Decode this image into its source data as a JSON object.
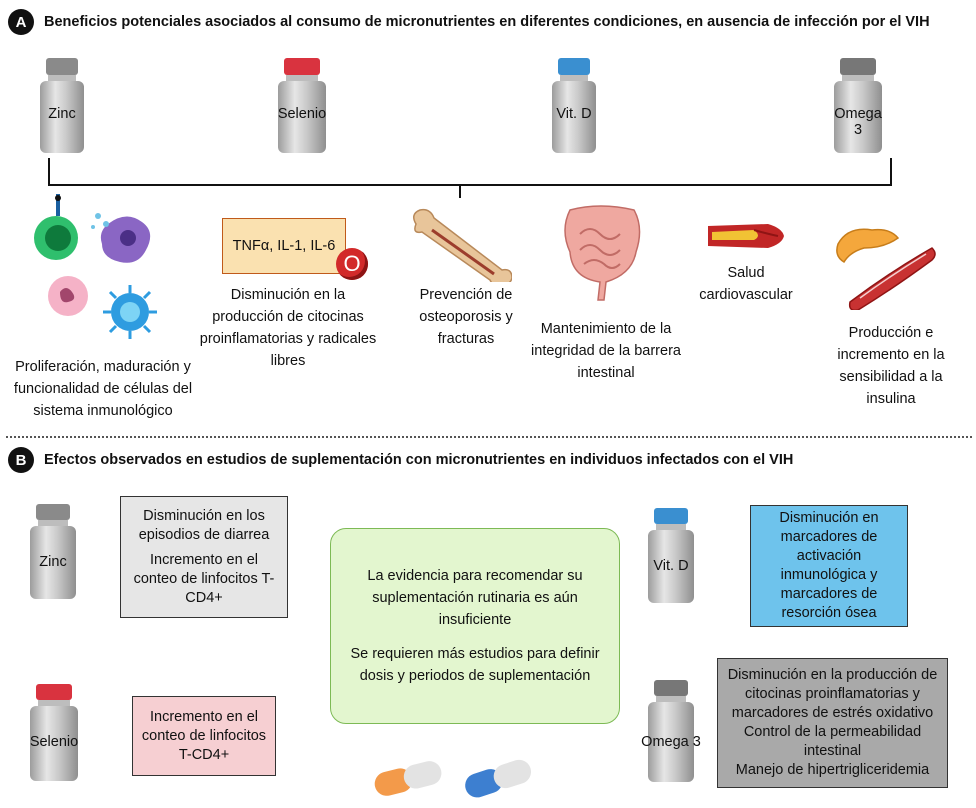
{
  "section_a": {
    "badge": "A",
    "title": "Beneficios potenciales asociados al consumo de micronutrientes en diferentes condiciones, en ausencia de infección por el VIH",
    "bottles": [
      {
        "label": "Zinc",
        "cap_color": "#8a8a8a"
      },
      {
        "label": "Selenio",
        "cap_color": "#d9333f"
      },
      {
        "label": "Vit. D",
        "cap_color": "#3a8fd0"
      },
      {
        "label": "Omega 3",
        "cap_color": "#777777"
      }
    ],
    "benefits": {
      "immune": "Proliferación, maduración y funcionalidad de células del sistema inmunológico",
      "cytokine_box": "TNFα, IL-1, IL-6",
      "radical_symbol": "O",
      "cytokine": "Disminución en la producción de citocinas proinflamatorias y radicales libres",
      "bone": "Prevención de osteoporosis y fracturas",
      "intestine": "Mantenimiento de la integridad de la barrera intestinal",
      "cardio": "Salud cardiovascular",
      "insulin": "Producción e incremento en la sensibilidad a la insulina"
    }
  },
  "section_b": {
    "badge": "B",
    "title": "Efectos observados en estudios de suplementación con micronutrientes en individuos infectados con el VIH",
    "zinc": {
      "label": "Zinc",
      "lines": [
        "Disminución en los episodios de diarrea",
        "Incremento en el conteo de linfocitos T-CD4+"
      ]
    },
    "selenio": {
      "label": "Selenio",
      "text": "Incremento en el conteo de linfocitos T-CD4+"
    },
    "vitd": {
      "label": "Vit. D",
      "text": "Disminución en marcadores de activación inmunológica y marcadores de resorción ósea"
    },
    "omega": {
      "label": "Omega 3",
      "lines": [
        "Disminución en la producción de citocinas proinflamatorias y marcadores de estrés oxidativo",
        "Control de la permeabilidad intestinal",
        "Manejo de hipertrigliceridemia"
      ]
    },
    "center": {
      "line1": "La evidencia para recomendar su suplementación rutinaria es aún insuficiente",
      "line2": "Se requieren más estudios para definir dosis y periodos de suplementación"
    }
  },
  "colors": {
    "cytokine_box": "#fae1b0",
    "zinc_box": "#e6e6e6",
    "selenio_box": "#f6cfd2",
    "vitd_box": "#6ec3ec",
    "omega_box": "#a9a9a9",
    "center_box": "#e3f6cf",
    "center_border": "#7dba55"
  }
}
